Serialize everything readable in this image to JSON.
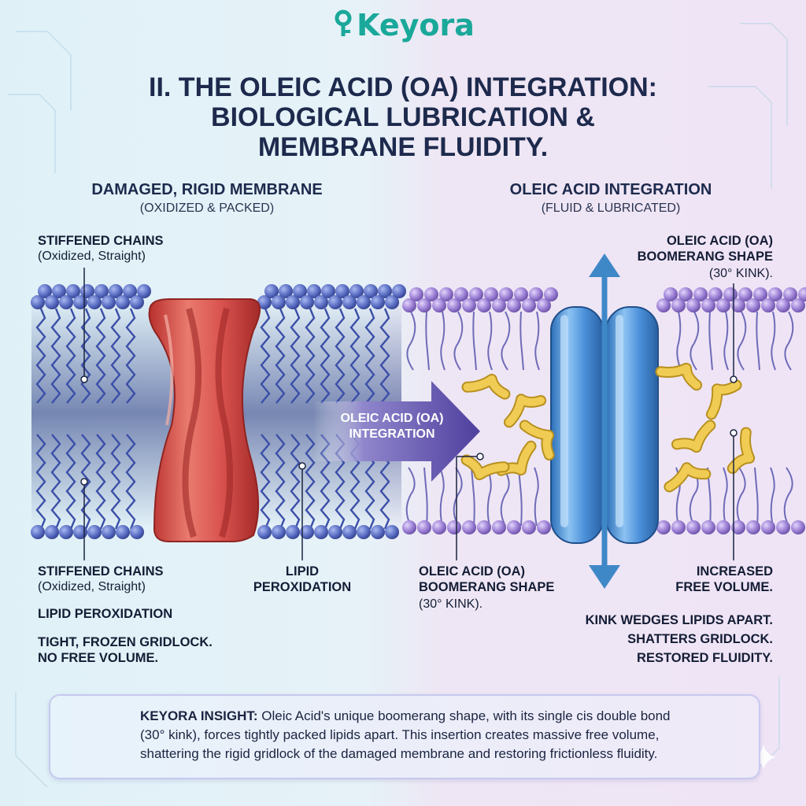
{
  "brand": {
    "name": "Keyora"
  },
  "title": {
    "line1": "II. THE OLEIC ACID (OA) INTEGRATION:",
    "line2": "BIOLOGICAL LUBRICATION &",
    "line3": "MEMBRANE FLUIDITY."
  },
  "left_panel": {
    "heading": "DAMAGED, RIGID MEMBRANE",
    "subheading": "(OXIDIZED & PACKED)",
    "top_label_bold": "STIFFENED CHAINS",
    "top_label_note": "(Oxidized, Straight)",
    "bottom_label_bold": "STIFFENED CHAINS",
    "bottom_label_note": "(Oxidized, Straight)",
    "lipid_peroxidation": "LIPID PEROXIDATION",
    "center_label_line1": "LIPID",
    "center_label_line2": "PEROXIDATION",
    "note_line1": "TIGHT, FROZEN GRIDLOCK.",
    "note_line2": "NO FREE VOLUME."
  },
  "transition_arrow": {
    "line1": "OLEIC ACID (OA)",
    "line2": "INTEGRATION"
  },
  "right_panel": {
    "heading": "OLEIC ACID INTEGRATION",
    "subheading": "(FLUID & LUBRICATED)",
    "top_label_line1": "OLEIC ACID (OA)",
    "top_label_line2": "BOOMERANG SHAPE",
    "top_label_line3": "(30° KINK).",
    "bottom_label_line1": "OLEIC ACID (OA)",
    "bottom_label_line2": "BOOMERANG SHAPE",
    "bottom_label_line3": "(30° KINK).",
    "free_volume_line1": "INCREASED",
    "free_volume_line2": "FREE VOLUME.",
    "note_line1": "KINK WEDGES LIPIDS APART.",
    "note_line2": "SHATTERS GRIDLOCK.",
    "note_line3": "RESTORED FLUIDITY."
  },
  "insight": {
    "label": "KEYORA INSIGHT:",
    "line1": "Oleic Acid's unique boomerang shape, with its single cis double bond",
    "line2": "(30° kink), forces tightly packed lipids apart. This insertion creates massive free volume,",
    "line3": "shattering the rigid gridlock of the damaged membrane and restoring frictionless fluidity."
  },
  "colors": {
    "rigid_head": "#5b6fc4",
    "fluid_head": "#9b7fd4",
    "damaged_channel": "#d9534f",
    "healthy_channel": "#4a90d9",
    "oleic_acid": "#e8c040",
    "arrow": "#5a4fa8",
    "brand": "#1aa89a"
  }
}
